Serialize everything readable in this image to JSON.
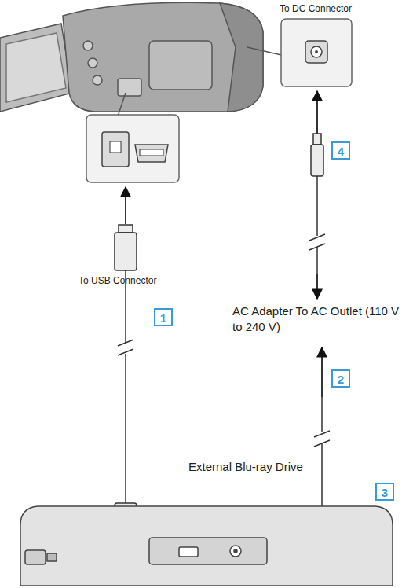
{
  "diagram": {
    "nodes": [
      {
        "text": [
          "4"
        ]
      },
      {
        "text": [
          "1"
        ]
      },
      {
        "text": [
          "2"
        ]
      },
      {
        "text": [
          "3"
        ]
      }
    ],
    "labels": [
      "To DC Connector",
      "To USB Connector",
      "AC Adapter To AC Outlet (110 V to 240 V)",
      "External Blu-ray Drive"
    ]
  }
}
